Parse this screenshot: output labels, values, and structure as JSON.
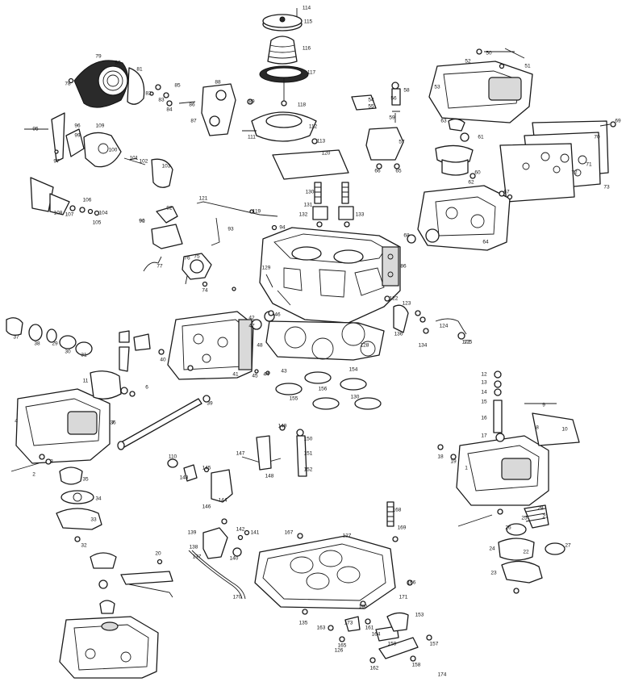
{
  "diagram": {
    "callouts": [
      {
        "n": "114"
      },
      {
        "n": "115"
      },
      {
        "n": "116"
      },
      {
        "n": "117"
      },
      {
        "n": "118"
      },
      {
        "n": "112"
      },
      {
        "n": "111"
      },
      {
        "n": "113"
      },
      {
        "n": "120"
      },
      {
        "n": "79"
      },
      {
        "n": "80"
      },
      {
        "n": "81"
      },
      {
        "n": "78"
      },
      {
        "n": "82"
      },
      {
        "n": "83"
      },
      {
        "n": "84"
      },
      {
        "n": "85"
      },
      {
        "n": "86"
      },
      {
        "n": "87"
      },
      {
        "n": "88"
      },
      {
        "n": "89"
      },
      {
        "n": "95"
      },
      {
        "n": "96"
      },
      {
        "n": "99"
      },
      {
        "n": "97"
      },
      {
        "n": "100"
      },
      {
        "n": "101"
      },
      {
        "n": "102"
      },
      {
        "n": "103"
      },
      {
        "n": "91"
      },
      {
        "n": "92"
      },
      {
        "n": "108"
      },
      {
        "n": "107"
      },
      {
        "n": "106"
      },
      {
        "n": "105"
      },
      {
        "n": "104"
      },
      {
        "n": "109"
      },
      {
        "n": "121"
      },
      {
        "n": "119"
      },
      {
        "n": "93"
      },
      {
        "n": "94"
      },
      {
        "n": "90"
      },
      {
        "n": "130"
      },
      {
        "n": "131"
      },
      {
        "n": "132"
      },
      {
        "n": "133"
      },
      {
        "n": "54"
      },
      {
        "n": "55"
      },
      {
        "n": "56"
      },
      {
        "n": "57"
      },
      {
        "n": "58"
      },
      {
        "n": "59"
      },
      {
        "n": "66"
      },
      {
        "n": "65"
      },
      {
        "n": "52"
      },
      {
        "n": "50"
      },
      {
        "n": "51"
      },
      {
        "n": "53"
      },
      {
        "n": "63"
      },
      {
        "n": "61"
      },
      {
        "n": "60"
      },
      {
        "n": "62"
      },
      {
        "n": "70"
      },
      {
        "n": "69"
      },
      {
        "n": "71"
      },
      {
        "n": "72"
      },
      {
        "n": "73"
      },
      {
        "n": "64"
      },
      {
        "n": "67"
      },
      {
        "n": "68"
      },
      {
        "n": "76"
      },
      {
        "n": "77"
      },
      {
        "n": "75"
      },
      {
        "n": "74"
      },
      {
        "n": "129"
      },
      {
        "n": "86"
      },
      {
        "n": "123"
      },
      {
        "n": "122"
      },
      {
        "n": "136"
      },
      {
        "n": "124"
      },
      {
        "n": "125"
      },
      {
        "n": "134"
      },
      {
        "n": "128"
      },
      {
        "n": "154"
      },
      {
        "n": "155"
      },
      {
        "n": "156"
      },
      {
        "n": "130"
      },
      {
        "n": "42"
      },
      {
        "n": "46"
      },
      {
        "n": "47"
      },
      {
        "n": "48"
      },
      {
        "n": "40"
      },
      {
        "n": "44"
      },
      {
        "n": "43"
      },
      {
        "n": "45"
      },
      {
        "n": "41"
      },
      {
        "n": "37"
      },
      {
        "n": "38"
      },
      {
        "n": "29"
      },
      {
        "n": "30"
      },
      {
        "n": "31"
      },
      {
        "n": "11"
      },
      {
        "n": "6"
      },
      {
        "n": "4"
      },
      {
        "n": "7"
      },
      {
        "n": "3"
      },
      {
        "n": "2"
      },
      {
        "n": "35"
      },
      {
        "n": "34"
      },
      {
        "n": "33"
      },
      {
        "n": "32"
      },
      {
        "n": "36"
      },
      {
        "n": "39"
      },
      {
        "n": "110"
      },
      {
        "n": "143"
      },
      {
        "n": "145"
      },
      {
        "n": "146"
      },
      {
        "n": "144"
      },
      {
        "n": "147"
      },
      {
        "n": "148"
      },
      {
        "n": "149"
      },
      {
        "n": "150"
      },
      {
        "n": "151"
      },
      {
        "n": "152"
      },
      {
        "n": "12"
      },
      {
        "n": "13"
      },
      {
        "n": "14"
      },
      {
        "n": "15"
      },
      {
        "n": "16"
      },
      {
        "n": "17"
      },
      {
        "n": "9"
      },
      {
        "n": "8"
      },
      {
        "n": "10"
      },
      {
        "n": "18"
      },
      {
        "n": "19"
      },
      {
        "n": "1"
      },
      {
        "n": "28"
      },
      {
        "n": "27"
      },
      {
        "n": "26"
      },
      {
        "n": "25"
      },
      {
        "n": "24"
      },
      {
        "n": "23"
      },
      {
        "n": "22"
      },
      {
        "n": "21"
      },
      {
        "n": "20"
      },
      {
        "n": "139"
      },
      {
        "n": "138"
      },
      {
        "n": "137"
      },
      {
        "n": "140"
      },
      {
        "n": "142"
      },
      {
        "n": "141"
      },
      {
        "n": "153"
      },
      {
        "n": "127"
      },
      {
        "n": "168"
      },
      {
        "n": "169"
      },
      {
        "n": "167"
      },
      {
        "n": "163"
      },
      {
        "n": "126"
      },
      {
        "n": "173"
      },
      {
        "n": "165"
      },
      {
        "n": "161"
      },
      {
        "n": "160"
      },
      {
        "n": "164"
      },
      {
        "n": "159"
      },
      {
        "n": "158"
      },
      {
        "n": "157"
      },
      {
        "n": "162"
      },
      {
        "n": "166"
      },
      {
        "n": "135"
      },
      {
        "n": "172"
      },
      {
        "n": "171"
      },
      {
        "n": "170"
      },
      {
        "n": "174"
      }
    ]
  }
}
